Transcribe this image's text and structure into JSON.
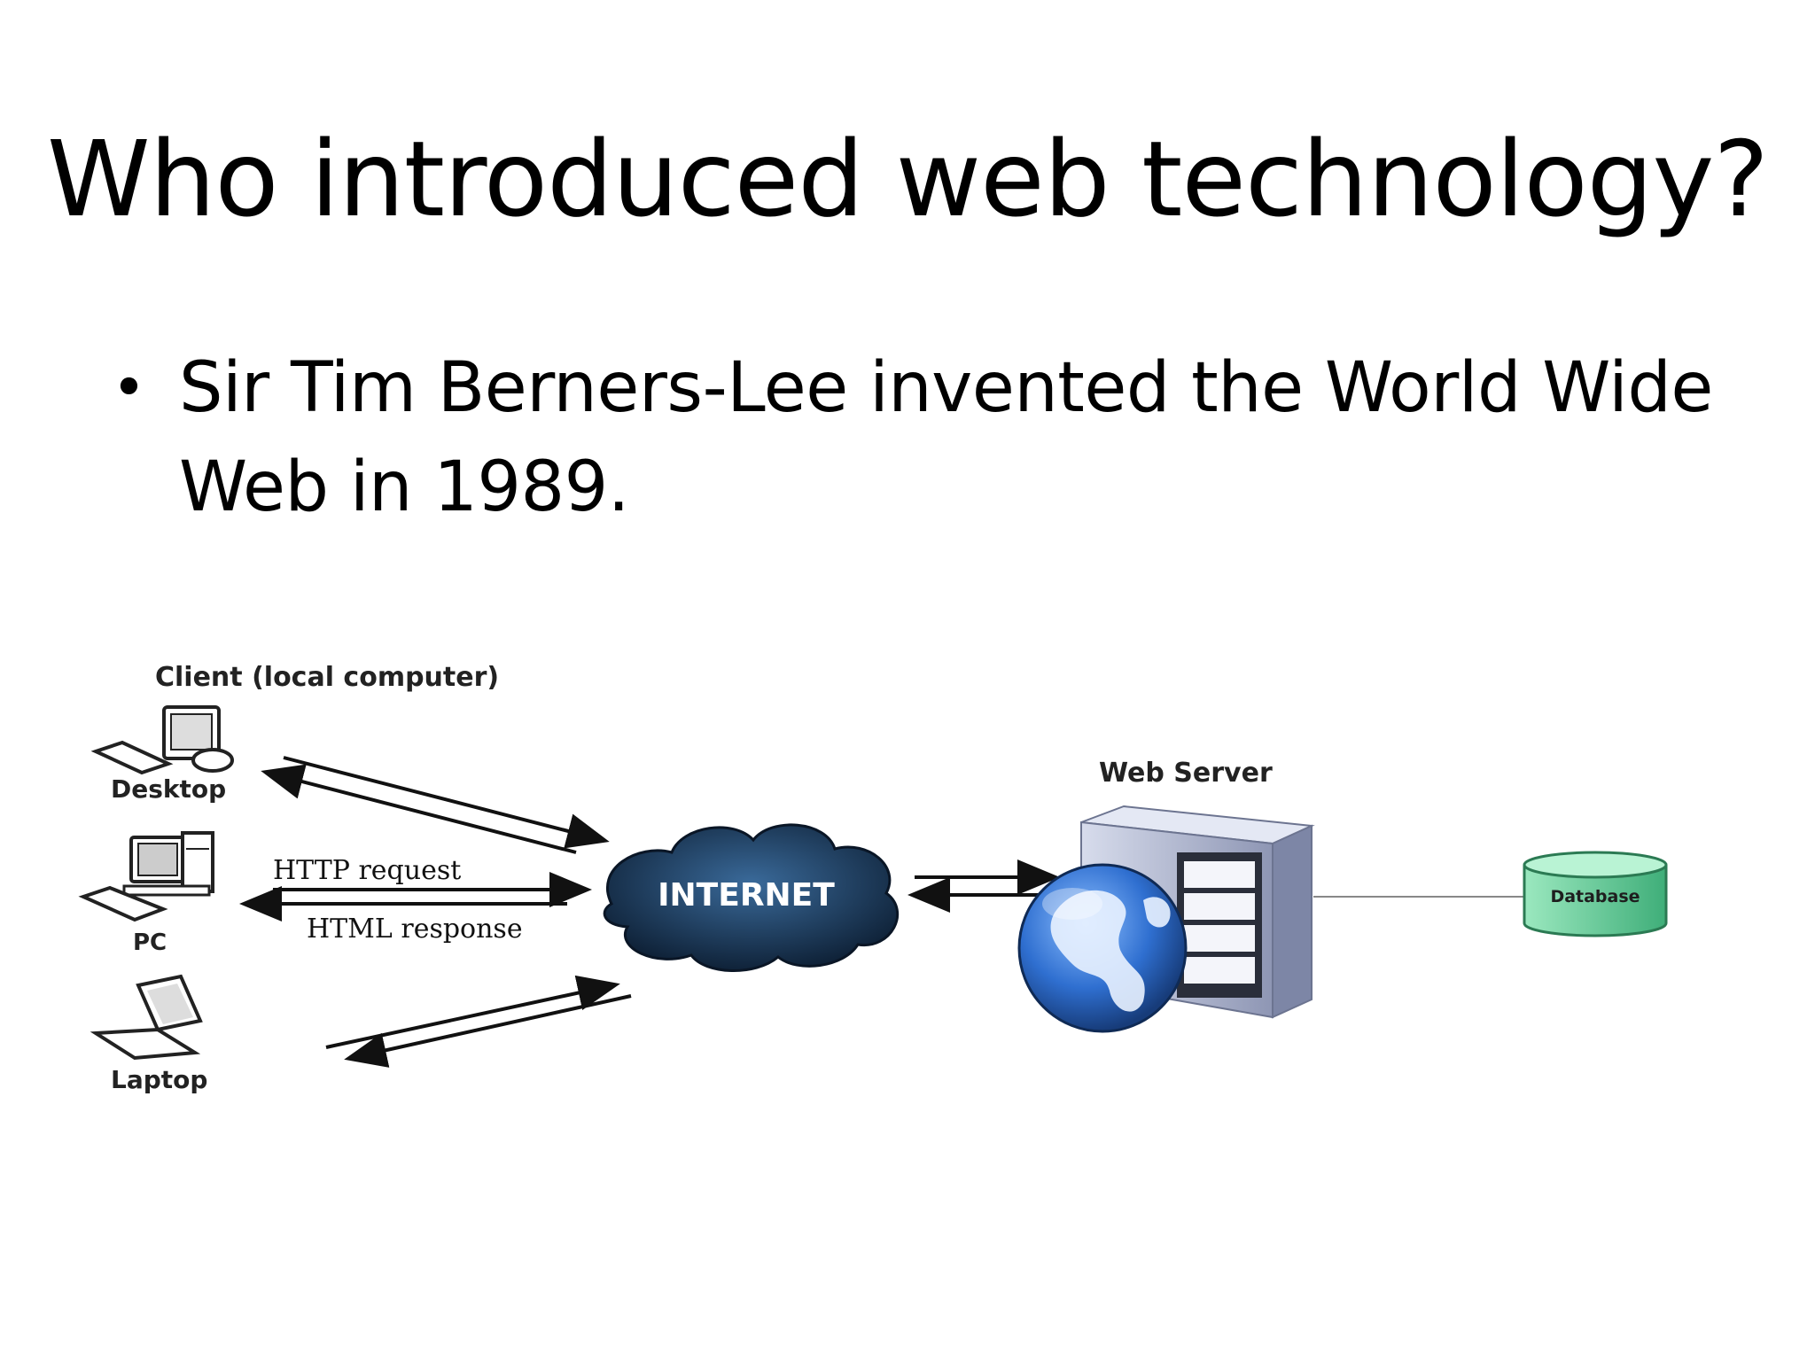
{
  "slide": {
    "title": "Who introduced web technology?",
    "bullets": [
      {
        "text": "Sir Tim Berners-Lee invented the World Wide Web in 1989."
      }
    ]
  },
  "diagram": {
    "client_label": "Client (local computer)",
    "desktop_label": "Desktop",
    "pc_label": "PC",
    "laptop_label": "Laptop",
    "request_label": "HTTP request",
    "response_label": "HTML response",
    "internet_label": "INTERNET",
    "server_label": "Web Server",
    "database_label": "Database",
    "colors": {
      "cloud": "#1e3f66",
      "globe": "#2f6fd0",
      "server": "#b8c0d8",
      "database": "#62d19a"
    },
    "icons": [
      "desktop-icon",
      "pc-icon",
      "laptop-icon",
      "cloud-icon",
      "server-icon",
      "globe-icon",
      "database-icon"
    ]
  }
}
